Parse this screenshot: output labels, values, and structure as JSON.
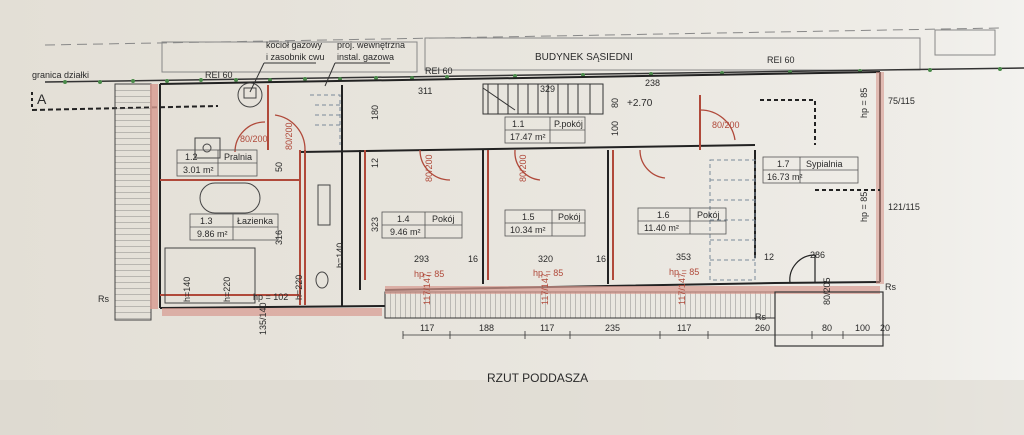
{
  "title": "RZUT PODDASZA",
  "neighbour_building": "BUDYNEK SĄSIEDNI",
  "plot_boundary": "granica działki",
  "section_marker": "A",
  "fire_ratings": [
    "REI 60",
    "REI 60",
    "REI 60"
  ],
  "annotations": {
    "boiler": [
      "kocioł gazowy",
      "i zasobnik cwu"
    ],
    "gas_install": [
      "proj. wewnętrzna",
      "instal. gazowa"
    ],
    "level": "+2.70",
    "rs": "Rs"
  },
  "rooms": [
    {
      "id": "1.1",
      "name": "P.pokój",
      "area": "17.47 m²"
    },
    {
      "id": "1.2",
      "name": "Pralnia",
      "area": "3.01 m²"
    },
    {
      "id": "1.3",
      "name": "Łazienka",
      "area": "9.86 m²"
    },
    {
      "id": "1.4",
      "name": "Pokój",
      "area": "9.46 m²"
    },
    {
      "id": "1.5",
      "name": "Pokój",
      "area": "10.34 m²"
    },
    {
      "id": "1.6",
      "name": "Pokój",
      "area": "11.40 m²"
    },
    {
      "id": "1.7",
      "name": "Sypialnia",
      "area": "16.73 m²"
    }
  ],
  "dimensions": {
    "interior": [
      "311",
      "329",
      "238",
      "180",
      "12",
      "80",
      "100",
      "323",
      "293",
      "16",
      "320",
      "16",
      "353",
      "12",
      "286",
      "316",
      "50"
    ],
    "bottom": [
      "117",
      "188",
      "117",
      "235",
      "117",
      "260",
      "80",
      "100",
      "20"
    ],
    "heights": [
      "h=140",
      "h=220",
      "h=220",
      "h=140",
      "hp = 102",
      "hp = 85",
      "hp = 85",
      "hp = 85",
      "hp = 85",
      "hp = 85"
    ],
    "doors": [
      "80/200",
      "80/200",
      "80/200",
      "80/200",
      "80/200",
      "80/205"
    ],
    "windows": [
      "135/140",
      "117/147",
      "117/147",
      "117/147",
      "75/115",
      "121/115"
    ]
  }
}
